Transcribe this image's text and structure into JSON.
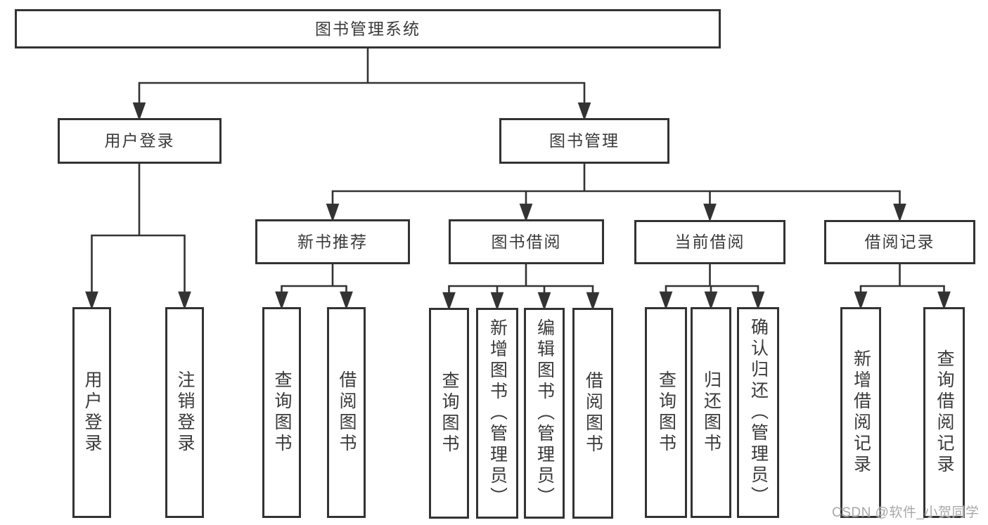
{
  "diagram": {
    "root": {
      "label": "图书管理系统"
    },
    "level2": [
      {
        "label": "用户登录",
        "parent": "图书管理系统"
      },
      {
        "label": "图书管理",
        "parent": "图书管理系统"
      }
    ],
    "level3": [
      {
        "label": "新书推荐",
        "parent": "图书管理"
      },
      {
        "label": "图书借阅",
        "parent": "图书管理"
      },
      {
        "label": "当前借阅",
        "parent": "图书管理"
      },
      {
        "label": "借阅记录",
        "parent": "图书管理"
      }
    ],
    "leaves": [
      {
        "label": "用户登录",
        "parent": "用户登录"
      },
      {
        "label": "注销登录",
        "parent": "用户登录"
      },
      {
        "label": "查询图书",
        "parent": "新书推荐"
      },
      {
        "label": "借阅图书",
        "parent": "新书推荐"
      },
      {
        "label": "查询图书",
        "parent": "图书借阅"
      },
      {
        "label": "新增图书（管理员）",
        "parent": "图书借阅"
      },
      {
        "label": "编辑图书（管理员）",
        "parent": "图书借阅"
      },
      {
        "label": "借阅图书",
        "parent": "图书借阅"
      },
      {
        "label": "查询图书",
        "parent": "当前借阅"
      },
      {
        "label": "归还图书",
        "parent": "当前借阅"
      },
      {
        "label": "确认归还（管理员）",
        "parent": "当前借阅"
      },
      {
        "label": "新增借阅记录",
        "parent": "借阅记录"
      },
      {
        "label": "查询借阅记录",
        "parent": "借阅记录"
      }
    ]
  },
  "watermark": "CSDN @软件_小贺同学",
  "colors": {
    "line": "#333333",
    "text": "#3a3a3a",
    "watermark": "#a8a8a8",
    "background": "#ffffff"
  }
}
